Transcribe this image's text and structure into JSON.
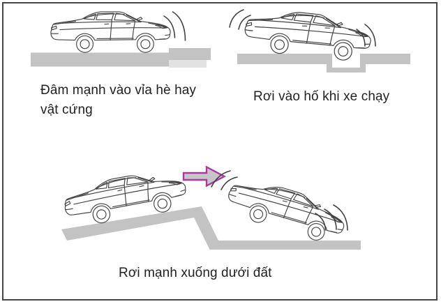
{
  "figure": {
    "type": "car-manual-illustration",
    "panels": [
      {
        "name": "car-hits-curb",
        "lines": [
          "Đâm mạnh vào vỉa hè hay",
          "vật cứng"
        ]
      },
      {
        "name": "car-falls-into-hole",
        "caption": "Rơi vào hố khi xe chạy"
      },
      {
        "name": "car-drops-to-ground",
        "caption": "Rơi mạnh xuống dưới đất"
      }
    ],
    "colors": {
      "ground": "#C3C3C3",
      "curb_shadow": "#E2E2E2",
      "line": "#424242",
      "border": "#464646",
      "text": "#212121",
      "arrow_stroke": "#A93A9E",
      "arrow_fill": "#C8C5C9"
    }
  }
}
